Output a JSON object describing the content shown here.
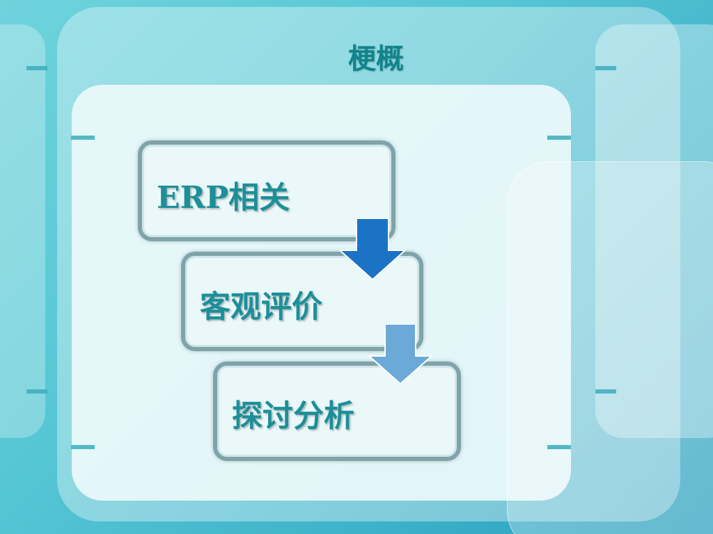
{
  "slide": {
    "title": "梗概",
    "steps": [
      {
        "label": "ERP相关"
      },
      {
        "label": "客观评价"
      },
      {
        "label": "探讨分析"
      }
    ]
  },
  "colors": {
    "title": "#11848c",
    "step_text": "#1c8f98",
    "arrow_primary": "#1a73c4",
    "arrow_secondary": "#6aa9d8"
  }
}
